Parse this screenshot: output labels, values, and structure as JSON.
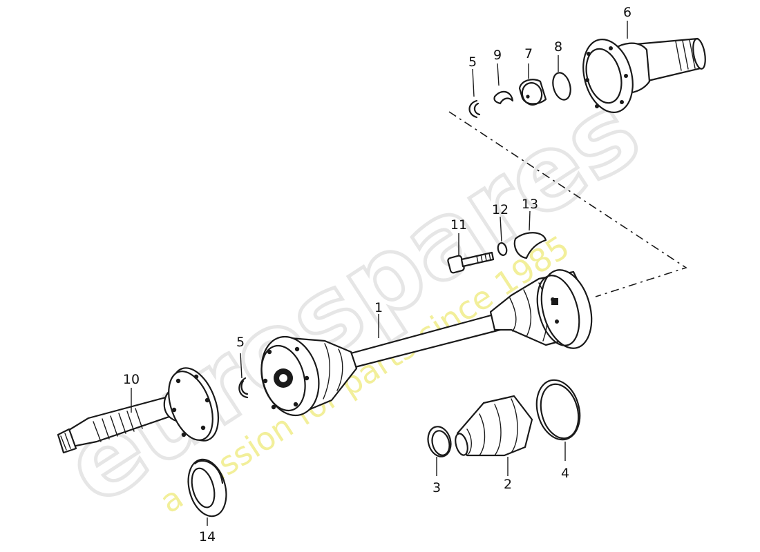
{
  "watermark": {
    "brand": "eurospares",
    "tagline": "a passion for parts since 1985",
    "brand_color": "#e6e6e6",
    "tagline_color": "#f2ef9a"
  },
  "callouts": [
    {
      "key": "c1",
      "label": "1"
    },
    {
      "key": "c2",
      "label": "2"
    },
    {
      "key": "c3",
      "label": "3"
    },
    {
      "key": "c4",
      "label": "4"
    },
    {
      "key": "c5a",
      "label": "5"
    },
    {
      "key": "c5b",
      "label": "5"
    },
    {
      "key": "c6",
      "label": "6"
    },
    {
      "key": "c7",
      "label": "7"
    },
    {
      "key": "c8",
      "label": "8"
    },
    {
      "key": "c9",
      "label": "9"
    },
    {
      "key": "c10",
      "label": "10"
    },
    {
      "key": "c11",
      "label": "11"
    },
    {
      "key": "c12",
      "label": "12"
    },
    {
      "key": "c13",
      "label": "13"
    },
    {
      "key": "c14",
      "label": "14"
    }
  ]
}
